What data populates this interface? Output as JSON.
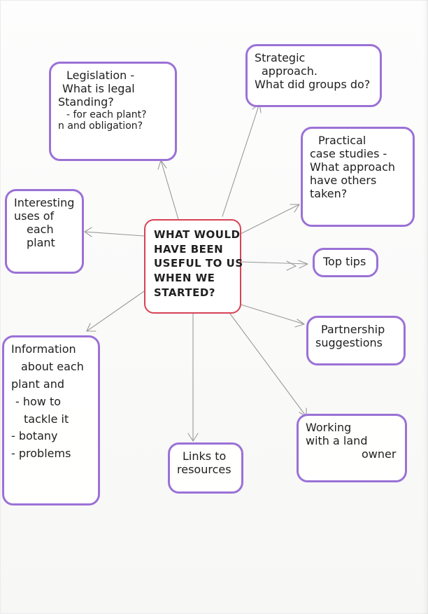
{
  "diagram": {
    "theme": {
      "paper_color": "#ffffff",
      "center_border_color": "#d84255",
      "node_border_color": "#9b71d6",
      "connector_color": "#9a9a9a",
      "text_color": "#1f1f1f"
    },
    "nodes": {
      "center": {
        "lines": [
          "WHAT WOULD",
          "HAVE BEEN",
          "USEFUL TO US",
          "WHEN WE",
          "STARTED?"
        ]
      },
      "legislation": {
        "lines": [
          "Legislation -",
          "What is legal",
          "Standing?",
          "- for each plant?",
          "n and obligation?"
        ]
      },
      "strategic": {
        "lines": [
          "Strategic",
          "approach.",
          "What did groups do?"
        ]
      },
      "practical": {
        "lines": [
          "Practical",
          "case studies -",
          "What approach",
          "have others",
          "taken?"
        ]
      },
      "interesting": {
        "lines": [
          "Interesting",
          "uses of",
          "each",
          "plant"
        ]
      },
      "toptips": {
        "lines": [
          "Top tips"
        ]
      },
      "partnership": {
        "lines": [
          "Partnership",
          "suggestions"
        ]
      },
      "information": {
        "lines": [
          "Information",
          "about each",
          "plant and",
          "- how to",
          "tackle it",
          "- botany",
          "- problems"
        ]
      },
      "working": {
        "lines": [
          "Working",
          "with a land",
          "owner"
        ]
      },
      "links": {
        "lines": [
          "Links to",
          "resources"
        ]
      }
    }
  }
}
